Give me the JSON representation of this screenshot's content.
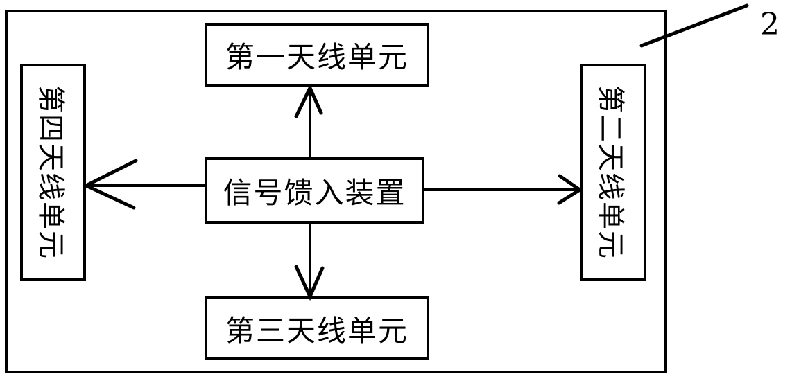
{
  "figure": {
    "type": "patent-block-diagram",
    "reference_numeral": "2",
    "outer_enclosure_name": "antenna-system-enclosure"
  },
  "blocks": {
    "top": {
      "id": "first-antenna-unit",
      "label": "第一天线单元",
      "orientation": "horizontal"
    },
    "center": {
      "id": "signal-feed-device",
      "label": "信号馈入装置",
      "orientation": "horizontal"
    },
    "bottom": {
      "id": "third-antenna-unit",
      "label": "第三天线单元",
      "orientation": "horizontal"
    },
    "left": {
      "id": "fourth-antenna-unit",
      "label": "第四天线单元",
      "orientation": "vertical"
    },
    "right": {
      "id": "second-antenna-unit",
      "label": "第二天线单元",
      "orientation": "vertical"
    }
  },
  "connections": [
    {
      "name": "feed-to-first-antenna",
      "from": "signal-feed-device",
      "to": "first-antenna-unit",
      "direction": "up"
    },
    {
      "name": "feed-to-second-antenna",
      "from": "signal-feed-device",
      "to": "second-antenna-unit",
      "direction": "right"
    },
    {
      "name": "feed-to-third-antenna",
      "from": "signal-feed-device",
      "to": "third-antenna-unit",
      "direction": "down"
    },
    {
      "name": "feed-to-fourth-antenna",
      "from": "signal-feed-device",
      "to": "fourth-antenna-unit",
      "direction": "left"
    }
  ],
  "colors": {
    "stroke": "#000000",
    "background": "#ffffff"
  }
}
